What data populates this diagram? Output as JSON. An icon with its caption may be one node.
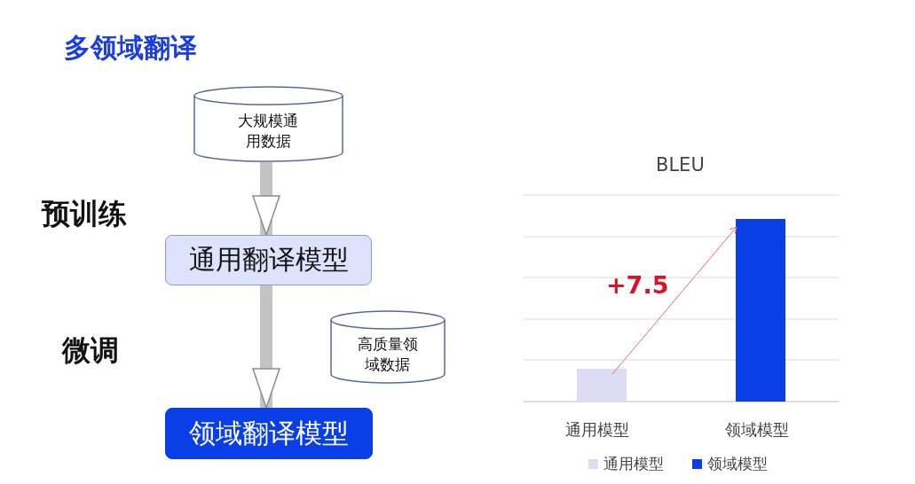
{
  "diagram": {
    "title": "多领域翻译",
    "nodes": [
      {
        "text": [
          "大规模通用数据"
        ]
      },
      {
        "text": [
          "通用翻译模型"
        ]
      },
      {
        "text": [
          "高质量领域数据"
        ]
      },
      {
        "text": [
          "领域翻译模型"
        ]
      }
    ],
    "edges": [
      {
        "from": 0,
        "to": 1,
        "arrow": "to"
      },
      {
        "from": 1,
        "to": 3,
        "arrow": "to"
      }
    ],
    "labels": [
      "预训练",
      "微调",
      "BLEU",
      "+7.5",
      "通用模型",
      "领域模型"
    ],
    "legend": [
      {
        "text": "通用模型",
        "color": "#dcdcf5"
      },
      {
        "text": "领域模型",
        "color": "#0a3ee6"
      }
    ]
  }
}
